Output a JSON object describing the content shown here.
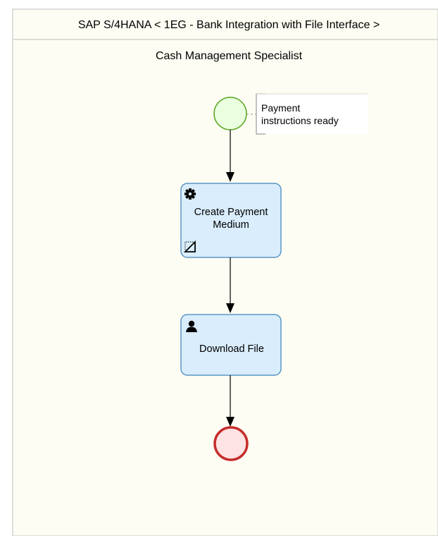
{
  "pool": {
    "title": "SAP S/4HANA < 1EG - Bank Integration with File Interface >"
  },
  "lane": {
    "title": "Cash Management Specialist"
  },
  "start_event": {
    "annotation_line1": "Payment",
    "annotation_line2": "instructions ready"
  },
  "tasks": [
    {
      "type_icon": "gear-icon",
      "marker_icon": "manual-adjust-icon",
      "label_line1": "Create Payment",
      "label_line2": "Medium"
    },
    {
      "type_icon": "user-icon",
      "label_line1": "Download File"
    }
  ],
  "colors": {
    "pool_background": "#fdfdf3",
    "pool_border": "#c8c8c8",
    "start_fill": "#eaffdf",
    "start_stroke": "#5aa522",
    "task_fill": "#d9edfc",
    "task_stroke": "#5a95c4",
    "end_fill": "#fde3e3",
    "end_stroke": "#c62c2c"
  }
}
